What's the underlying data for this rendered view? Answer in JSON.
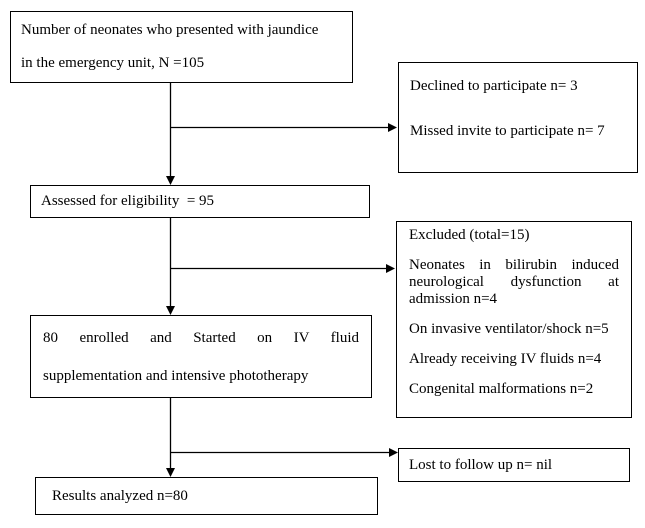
{
  "diagram": {
    "type": "flowchart",
    "colors": {
      "border": "#000000",
      "text": "#000000",
      "background": "#ffffff"
    },
    "boxes": {
      "presented": {
        "lines": [
          "Number of neonates who presented with jaundice",
          "in the emergency unit, N =105"
        ]
      },
      "declined": {
        "lines": [
          "Declined to participate n= 3",
          "Missed invite to participate n= 7"
        ]
      },
      "assessed": {
        "label": "Assessed for eligibility  = 95"
      },
      "excluded": {
        "title": "Excluded (total=15)",
        "items": [
          "Neonates in bilirubin induced neurological dysfunction at admission n=4",
          "On invasive ventilator/shock n=5",
          "Already receiving IV fluids n=4",
          "Congenital malformations n=2"
        ]
      },
      "enrolled": {
        "lines": [
          "80 enrolled and Started on IV fluid",
          "supplementation and intensive phototherapy"
        ]
      },
      "lost": {
        "label": "Lost to follow up n= nil"
      },
      "analyzed": {
        "label": "Results analyzed n=80"
      }
    }
  }
}
